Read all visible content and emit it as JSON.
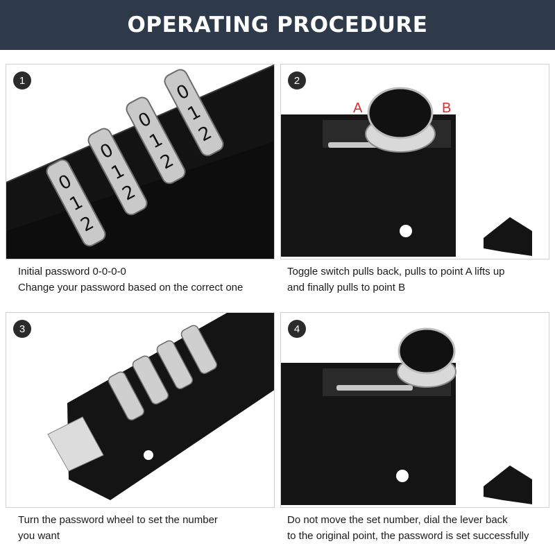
{
  "header": {
    "title": "OPERATING PROCEDURE",
    "background": "#2e3a4a"
  },
  "steps": [
    {
      "number": "1",
      "lines": [
        "Initial password 0-0-0-0",
        "Change your password based on the correct one"
      ]
    },
    {
      "number": "2",
      "lines": [
        "Toggle switch pulls back, pulls to point A lifts up",
        "and finally pulls to point B"
      ],
      "markers": {
        "a": "A",
        "b": "B"
      }
    },
    {
      "number": "3",
      "lines": [
        "Turn the password wheel to set the number",
        "you want"
      ]
    },
    {
      "number": "4",
      "lines": [
        "Do not move the set number, dial the lever back",
        "to the original point, the password is set successfully"
      ]
    }
  ],
  "colors": {
    "marker": "#d92b2b",
    "badge": "#2b2b2b",
    "lock_body": "#121212"
  }
}
